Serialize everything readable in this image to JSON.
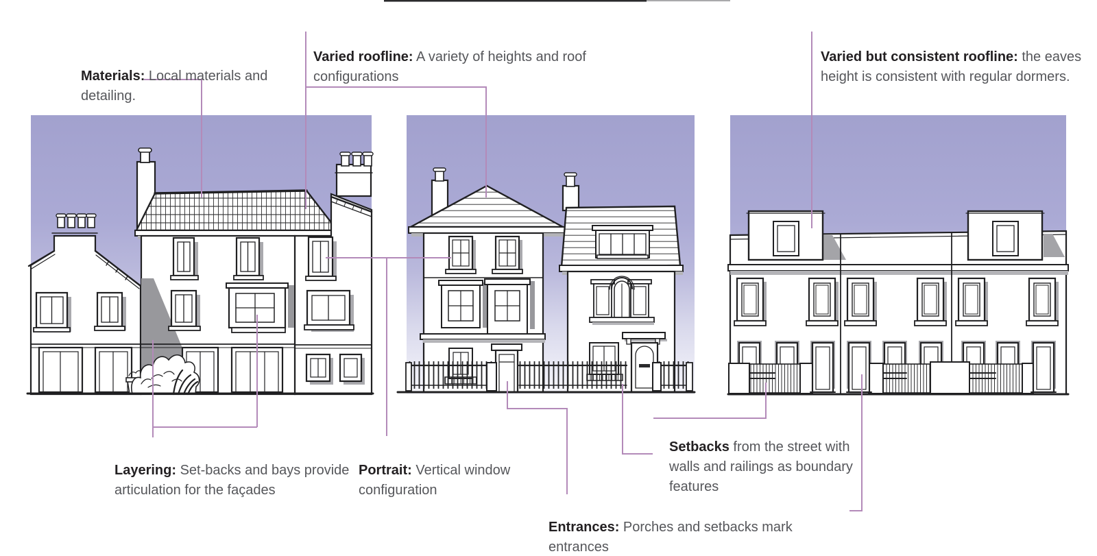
{
  "annotations": [
    {
      "id": "materials",
      "term": "Materials:",
      "description": " Local materials and\ndetailing."
    },
    {
      "id": "varied-roofline",
      "term": "Varied roofline:",
      "description": " A variety of heights and roof\nconfigurations"
    },
    {
      "id": "varied-consistent-roofline",
      "term": "Varied but consistent roofline:",
      "description": " the eaves\nheight is consistent with regular dormers."
    },
    {
      "id": "layering",
      "term": "Layering:",
      "description": " Set-backs and bays provide\narticulation for the façades"
    },
    {
      "id": "portrait",
      "term": "Portrait:",
      "description": " Vertical window\nconfiguration"
    },
    {
      "id": "setbacks",
      "term": "Setbacks",
      "description": " from the street with\nwalls and railings as boundary\nfeatures"
    },
    {
      "id": "entrances",
      "term": "Entrances:",
      "description": " Porches and setbacks mark\nentrances"
    }
  ],
  "palette": {
    "sky_top": "#a2a1ce",
    "sky_bottom": "#f6f6fb",
    "leader_line": "#b38ab9",
    "ink": "#202022",
    "cast_shadow": "#98989c",
    "term_text": "#232022",
    "description_text": "#55565a"
  }
}
